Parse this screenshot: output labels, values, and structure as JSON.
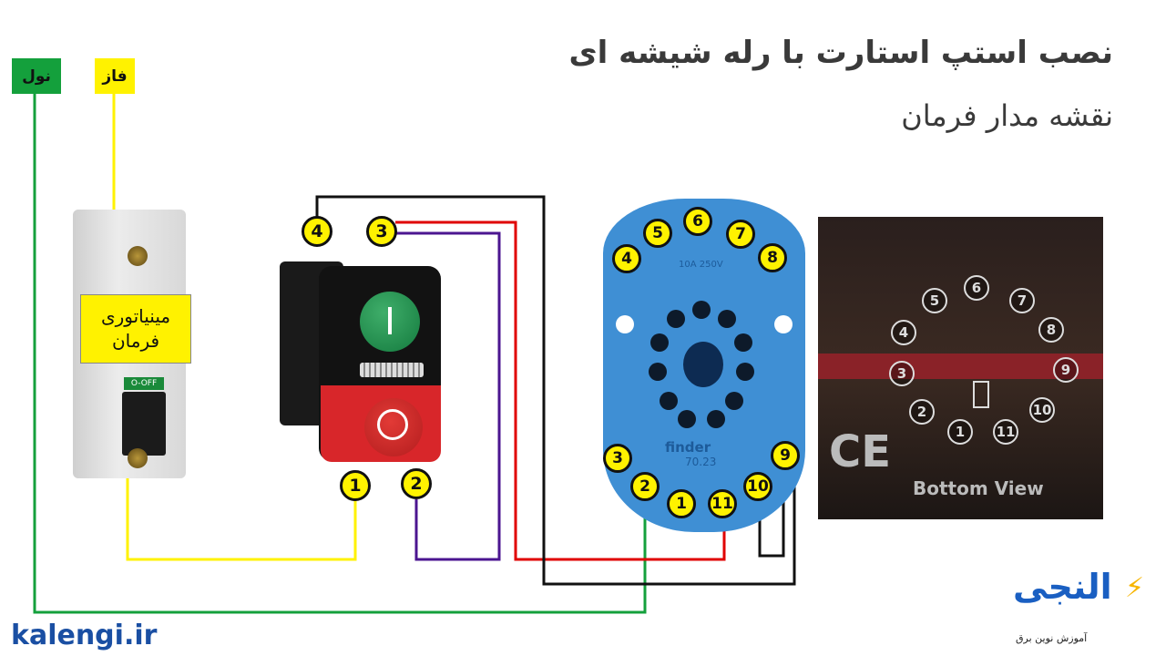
{
  "header": {
    "title": "نصب استپ استارت با رله شیشه ای",
    "subtitle": "نقشه مدار فرمان"
  },
  "labels": {
    "neutral": "نول",
    "phase": "فاز",
    "mcb_line1": "مینیاتوری",
    "mcb_line2": "فرمان",
    "mcb_switch_text": "O-OFF"
  },
  "pushbutton": {
    "terminals": [
      "4",
      "3",
      "1",
      "2"
    ]
  },
  "relay_base": {
    "spec_text": "10A 250V",
    "brand": "finder",
    "model": "70.23",
    "terminals": [
      "4",
      "5",
      "6",
      "7",
      "8",
      "3",
      "2",
      "1",
      "11",
      "10",
      "9"
    ]
  },
  "relay_photo": {
    "pins": [
      "5",
      "6",
      "7",
      "4",
      "8",
      "3",
      "9",
      "2",
      "10",
      "1",
      "11"
    ],
    "ce_mark": "CE",
    "caption": "Bottom View"
  },
  "wire_colors": {
    "neutral": "#14a03c",
    "phase": "#fff200",
    "red": "#e00000",
    "purple": "#4b1590",
    "black": "#111111"
  },
  "branding": {
    "site": "kalengi.ir",
    "logo_fa": "النجی",
    "tagline": "آموزش نوین برق"
  }
}
